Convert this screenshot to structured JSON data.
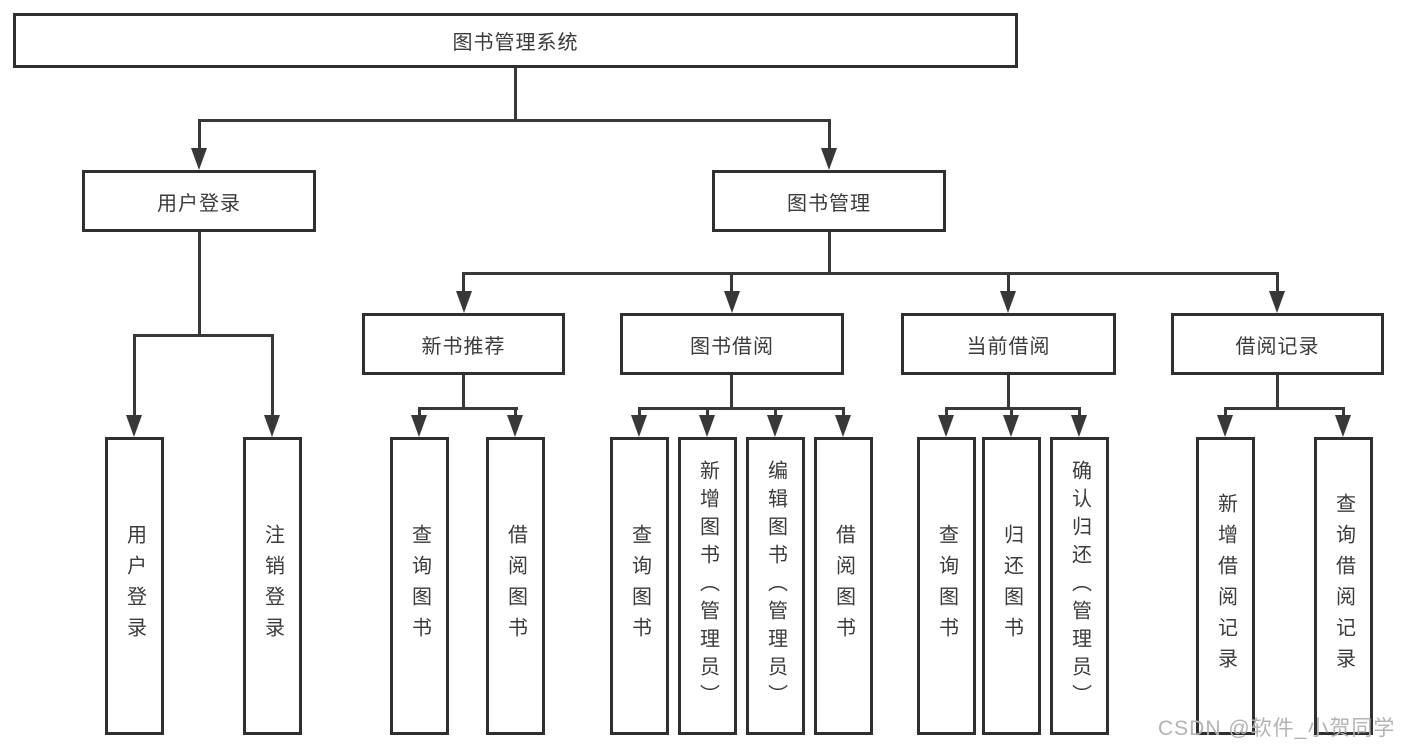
{
  "tree": {
    "root": {
      "label": "图书管理系统"
    },
    "level2": [
      {
        "label": "用户登录",
        "leaves": [
          {
            "label": "用户登录"
          },
          {
            "label": "注销登录"
          }
        ]
      },
      {
        "label": "图书管理",
        "groups": [
          {
            "label": "新书推荐",
            "leaves": [
              {
                "label": "查询图书"
              },
              {
                "label": "借阅图书"
              }
            ]
          },
          {
            "label": "图书借阅",
            "leaves": [
              {
                "label": "查询图书"
              },
              {
                "label": "新增图书（管理员）"
              },
              {
                "label": "编辑图书（管理员）"
              },
              {
                "label": "借阅图书"
              }
            ]
          },
          {
            "label": "当前借阅",
            "leaves": [
              {
                "label": "查询图书"
              },
              {
                "label": "归还图书"
              },
              {
                "label": "确认归还（管理员）"
              }
            ]
          },
          {
            "label": "借阅记录",
            "leaves": [
              {
                "label": "新增借阅记录"
              },
              {
                "label": "查询借阅记录"
              }
            ]
          }
        ]
      }
    ]
  },
  "watermark": {
    "text": "CSDN @软件_小贺同学"
  },
  "colors": {
    "line": "#383838",
    "box_border": "#2f2f2f",
    "text": "#3b3b3b",
    "watermark": "#b3b3b3",
    "background": "#ffffff"
  }
}
